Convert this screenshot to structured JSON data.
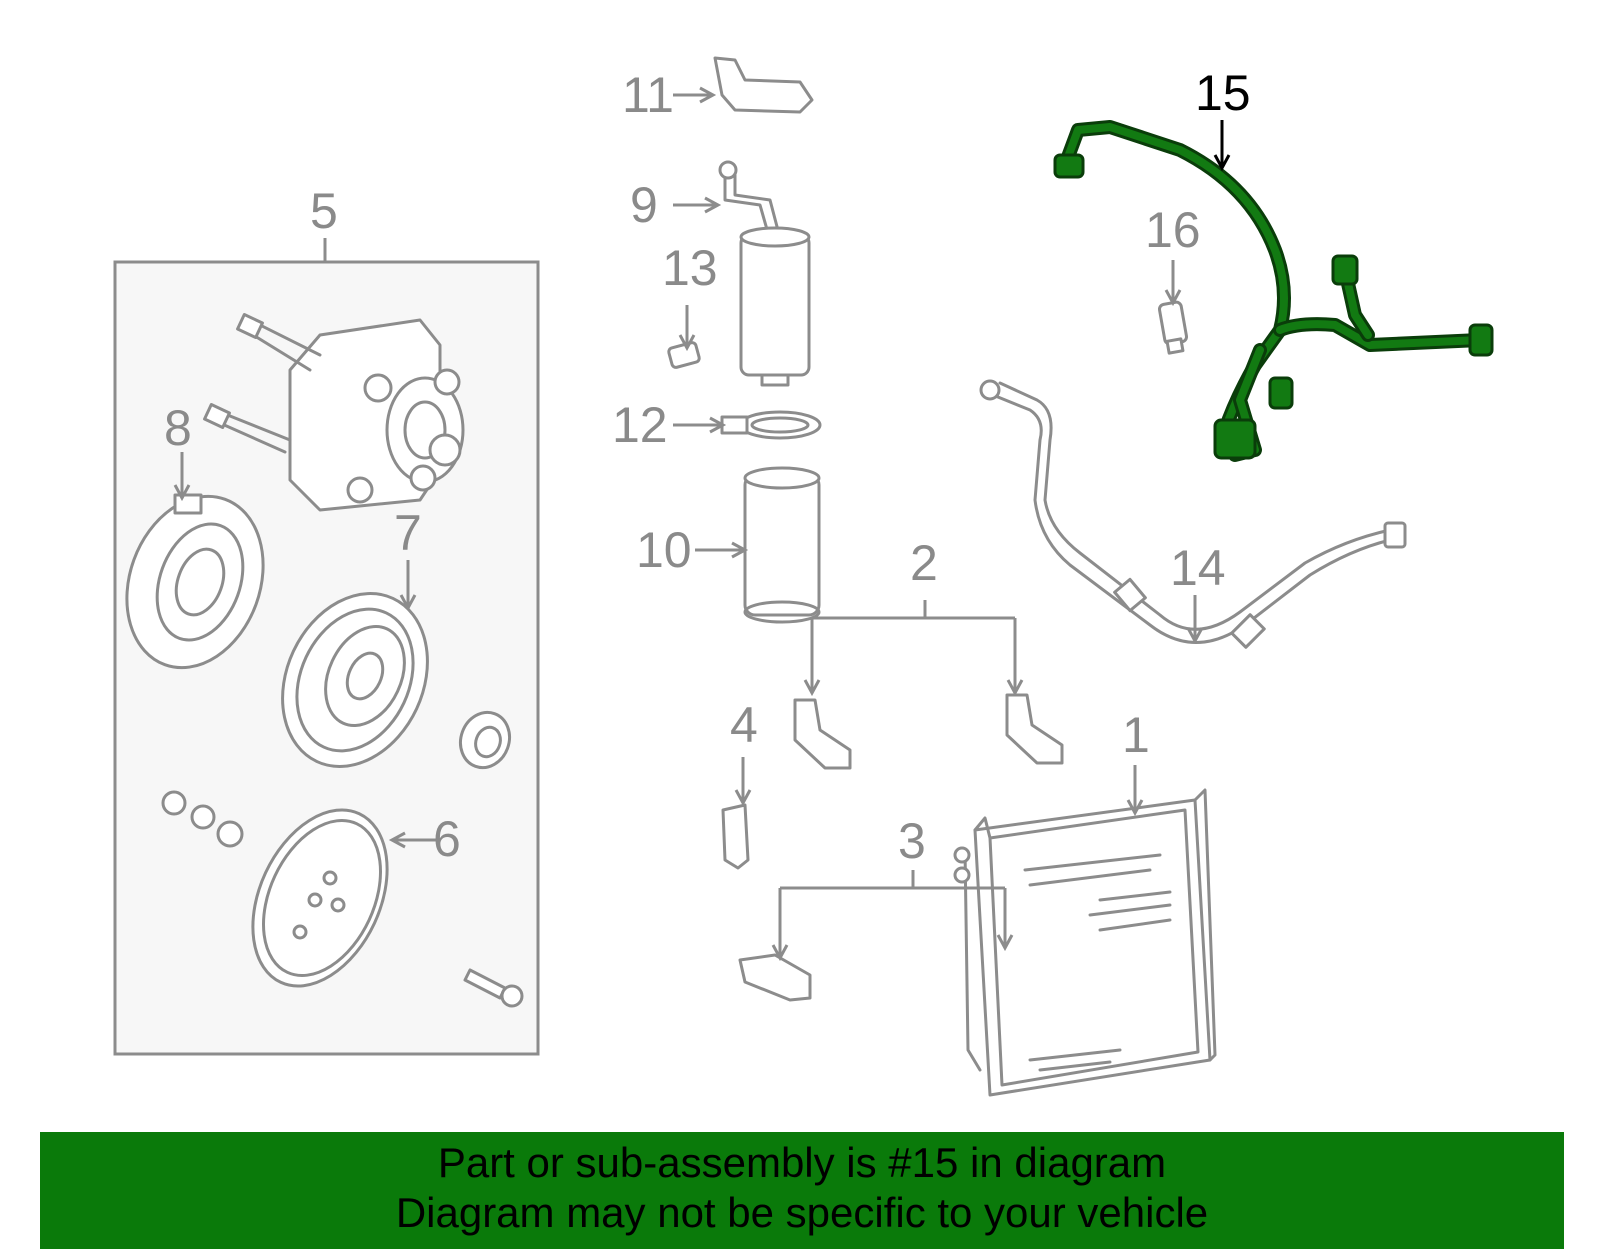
{
  "banner": {
    "line1": "Part or sub-assembly is #15 in diagram",
    "line2": "Diagram may not be specific to your vehicle"
  },
  "callouts": [
    "1",
    "2",
    "3",
    "4",
    "5",
    "6",
    "7",
    "8",
    "9",
    "10",
    "11",
    "12",
    "13",
    "14",
    "15",
    "16"
  ],
  "highlighted_part": "15",
  "colors": {
    "highlight": "#0a7a0a",
    "banner": "#0a7a0a",
    "parts": "#8c8c8c"
  }
}
